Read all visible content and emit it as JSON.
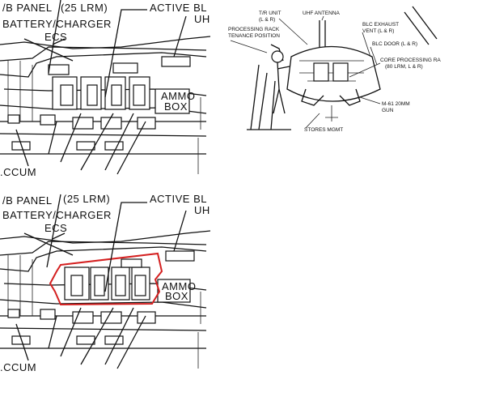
{
  "top_left_diagram": {
    "labels": {
      "panel": "/B PANEL",
      "lrm": "(25 LRM)",
      "active": "ACTIVE BL",
      "uh": "UH",
      "battery": "BATTERY/CHARGER",
      "ecs": "ECS",
      "ammo_line1": "AMMO",
      "ammo_line2": "BOX",
      "accum": ".CCUM"
    }
  },
  "bottom_left_diagram": {
    "labels": {
      "panel": "/B PANEL",
      "lrm": "(25 LRM)",
      "active": "ACTIVE BL",
      "uh": "UH",
      "battery": "BATTERY/CHARGER",
      "ecs": "ECS",
      "ammo_line1": "AMMO",
      "ammo_line2": "BOX",
      "accum": ".CCUM"
    }
  },
  "right_diagram": {
    "labels": {
      "tr_unit": "T/R UNIT",
      "tr_unit_sub": "(L & R)",
      "uhf_antenna": "UHF ANTENNA",
      "processing_rack": "PROCESSING RACK",
      "maintenance_position": "TENANCE POSITION",
      "blc_exhaust": "BLC EXHAUST",
      "blc_exhaust_sub": "VENT (L & R)",
      "blc_door": "BLC DOOR (L & R)",
      "core_processing": "CORE PROCESSING RA",
      "core_processing_sub": "(80 LRM, L & R)",
      "gun": "M-61 20MM",
      "gun_sub": "GUN",
      "stores": "STORES MGMT"
    }
  },
  "colors": {
    "ink": "#111111",
    "highlight": "#d42020",
    "background": "#ffffff"
  }
}
